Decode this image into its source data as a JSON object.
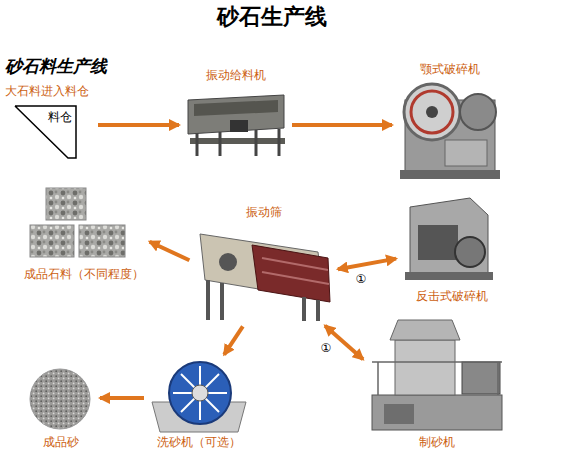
{
  "diagram": {
    "title": "砂石生产线",
    "nodes": [
      {
        "text": [
          "大石料进入料仓",
          "料仓"
        ]
      },
      {
        "text": [
          "振动给料机"
        ]
      },
      {
        "text": [
          "颚式破碎机"
        ]
      },
      {
        "text": [
          "成品石料（不同程度）"
        ]
      },
      {
        "text": [
          "振动筛"
        ]
      },
      {
        "text": [
          "反击式破碎机"
        ]
      },
      {
        "text": [
          "成品砂"
        ]
      },
      {
        "text": [
          "洗砂机（可选）"
        ]
      },
      {
        "text": [
          "制砂机"
        ]
      }
    ],
    "edges": [
      {
        "from": 0,
        "to": 1,
        "arrow": "to"
      },
      {
        "from": 1,
        "to": 2,
        "arrow": "to"
      },
      {
        "from": 4,
        "to": 3,
        "arrow": "to"
      },
      {
        "from": 4,
        "to": 5,
        "arrow": "both",
        "label": "①"
      },
      {
        "from": 4,
        "to": 7,
        "arrow": "to"
      },
      {
        "from": 4,
        "to": 8,
        "arrow": "both",
        "label": "①"
      },
      {
        "from": 7,
        "to": 6,
        "arrow": "to"
      }
    ],
    "labels": [
      "砂石料生产线"
    ]
  }
}
